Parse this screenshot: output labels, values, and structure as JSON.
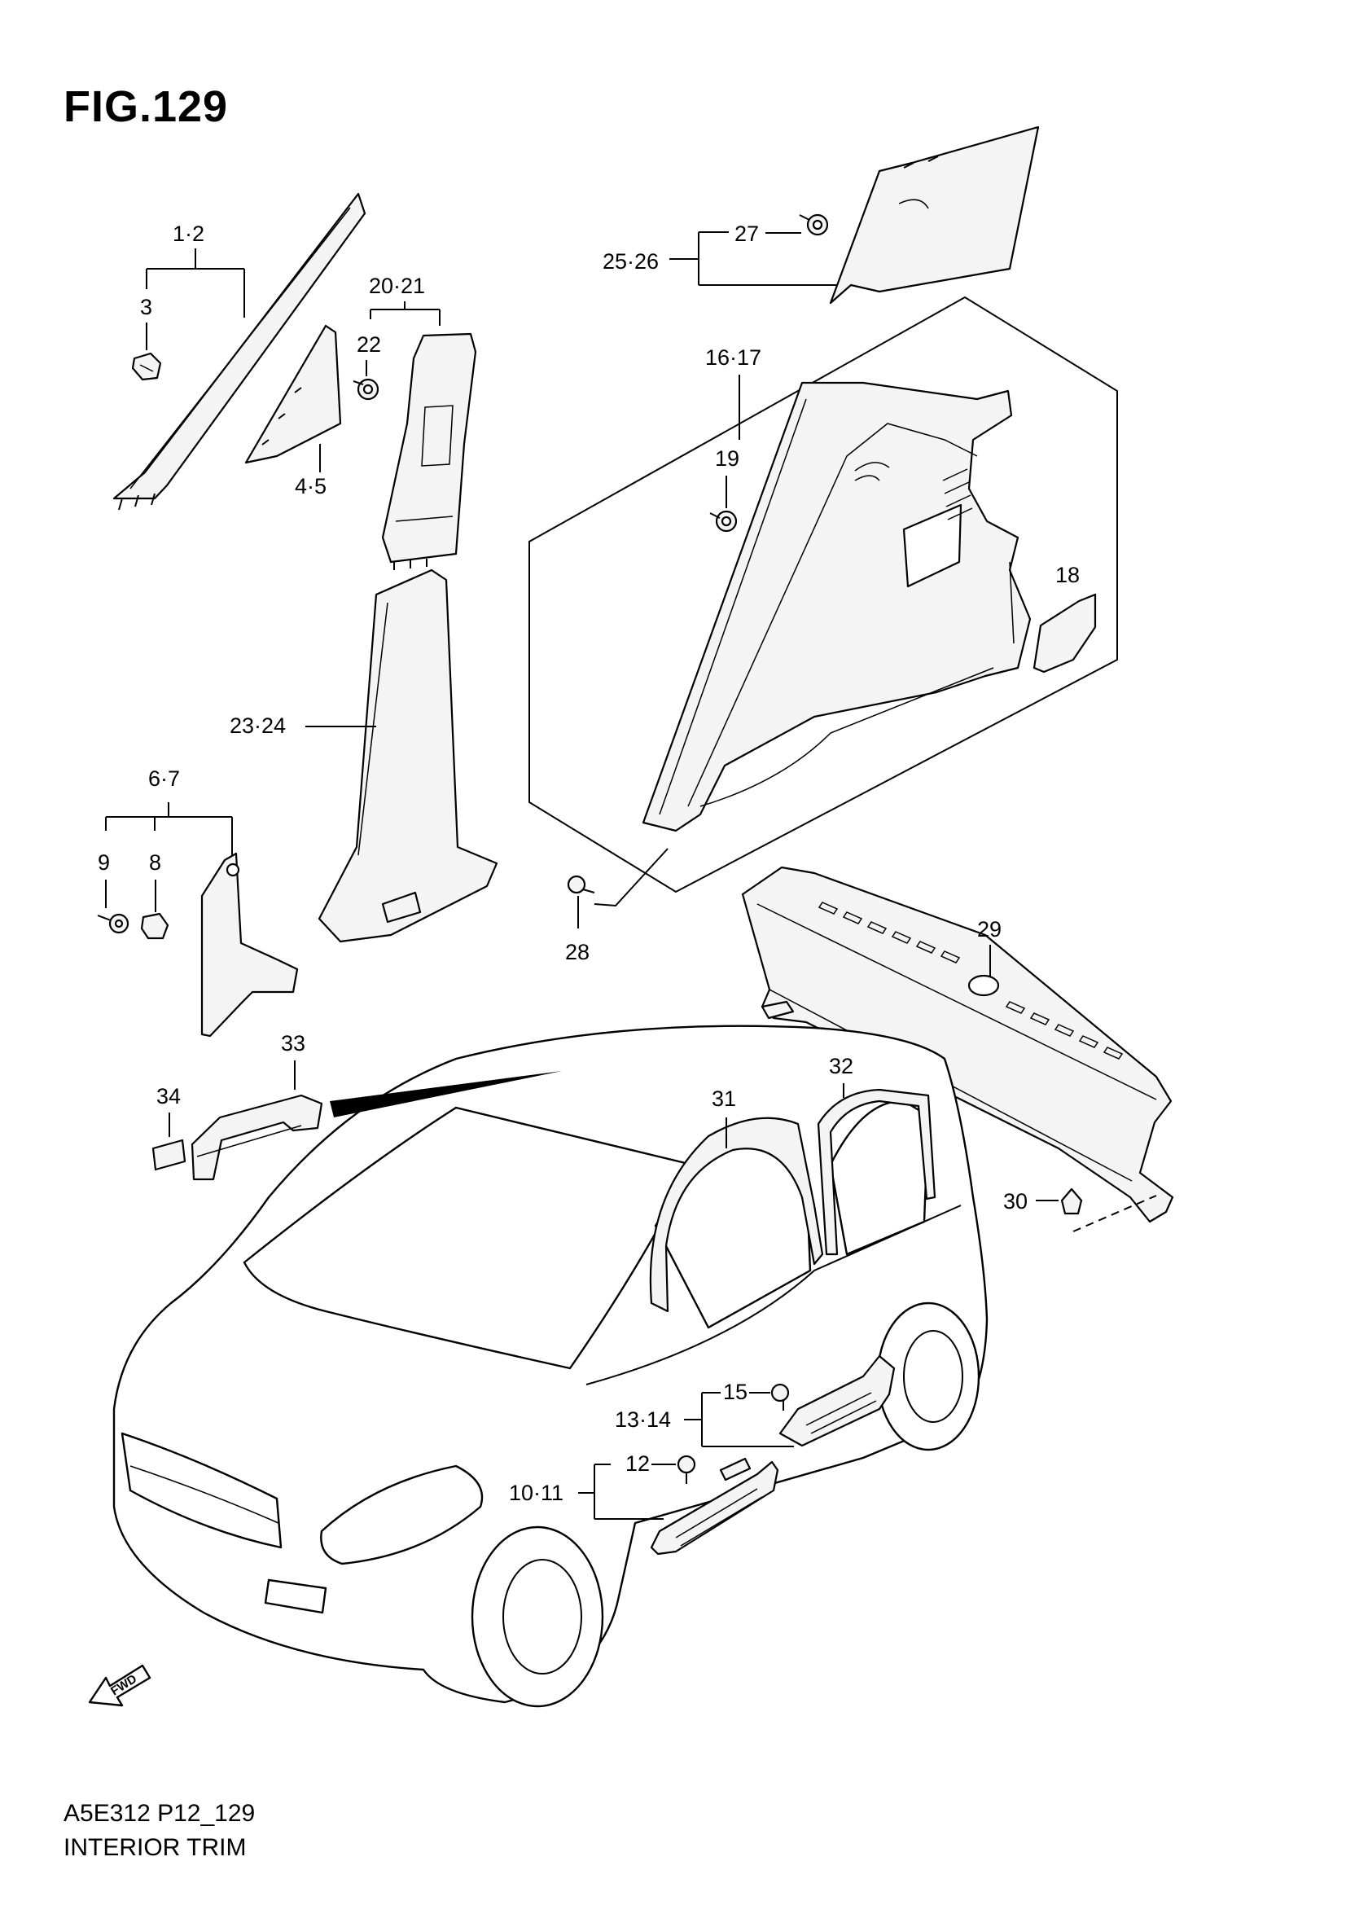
{
  "figure": {
    "title": "FIG.129",
    "code": "A5E312 P12_129",
    "name": "INTERIOR TRIM"
  },
  "callouts": {
    "c1_2": "1·2",
    "c3": "3",
    "c4_5": "4·5",
    "c6_7": "6·7",
    "c8": "8",
    "c9": "9",
    "c10_11": "10·11",
    "c12": "12",
    "c13_14": "13·14",
    "c15": "15",
    "c16_17": "16·17",
    "c18": "18",
    "c19": "19",
    "c20_21": "20·21",
    "c22": "22",
    "c23_24": "23·24",
    "c25_26": "25·26",
    "c27": "27",
    "c28": "28",
    "c29": "29",
    "c30": "30",
    "c31": "31",
    "c32": "32",
    "c33": "33",
    "c34": "34"
  },
  "direction_marker": "FWD",
  "colors": {
    "line": "#000000",
    "background": "#ffffff",
    "part_fill": "#f4f4f4"
  }
}
